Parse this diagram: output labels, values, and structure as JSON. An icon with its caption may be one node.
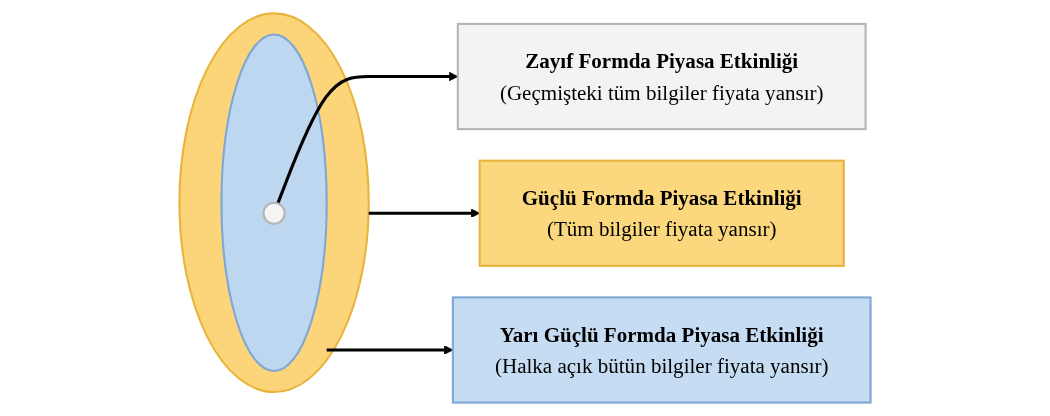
{
  "diagram": {
    "nodes": [
      {
        "text": [],
        "shape": "circle"
      },
      {
        "text": [],
        "shape": "circle",
        "in": 0
      },
      {
        "text": [],
        "shape": "circle",
        "in": 1
      },
      {
        "text": [
          "Güçlü Formda Piyasa Etkinliği",
          "(Tüm bilgiler fiyata yansır)"
        ]
      },
      {
        "text": [
          "Yarı Güçlü Formda Piyasa Etkinliği",
          "(Halka açık bütün bilgiler fiyata yansır)"
        ]
      },
      {
        "text": [
          "Zayıf Formda Piyasa Etkinliği",
          "(Geçmişteki tüm bilgiler fiyata yansır)"
        ]
      }
    ],
    "edges": [
      {
        "from": 0,
        "to": 3,
        "arrow": "to"
      },
      {
        "from": 1,
        "to": 4,
        "arrow": "to"
      },
      {
        "from": 2,
        "to": 5,
        "arrow": "to"
      }
    ]
  }
}
